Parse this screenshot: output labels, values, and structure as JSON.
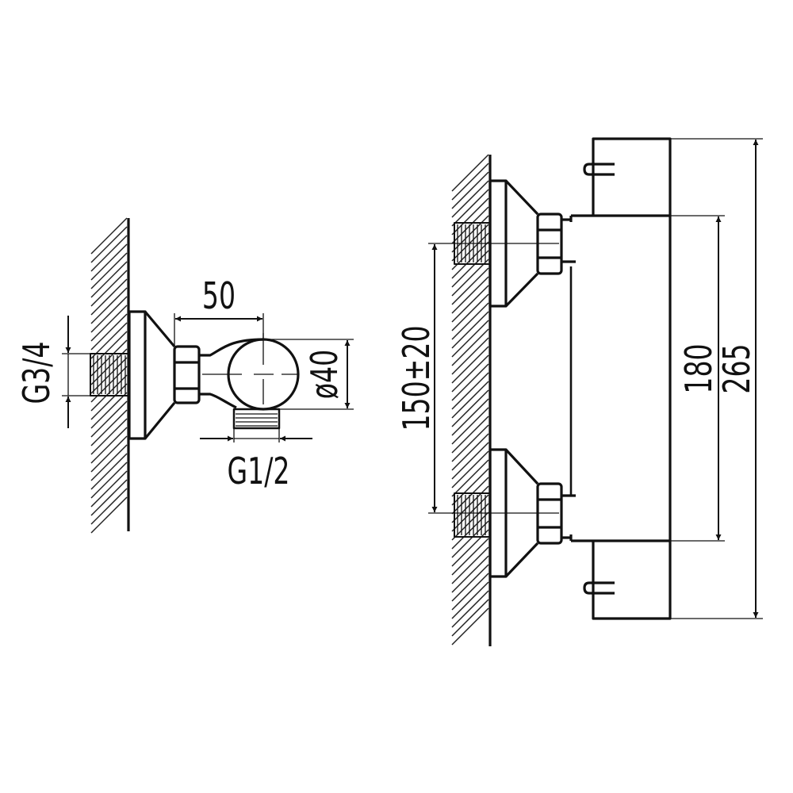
{
  "side_view": {
    "labels": {
      "inlet_thread": "G3/4",
      "depth": "50",
      "outlet_diameter": "ø40",
      "outlet_thread": "G1/2"
    }
  },
  "front_view": {
    "labels": {
      "inlet_spacing": "150±20",
      "body_height": "180",
      "total_height": "265"
    }
  },
  "colors": {
    "line": "#111111",
    "background": "#ffffff"
  }
}
